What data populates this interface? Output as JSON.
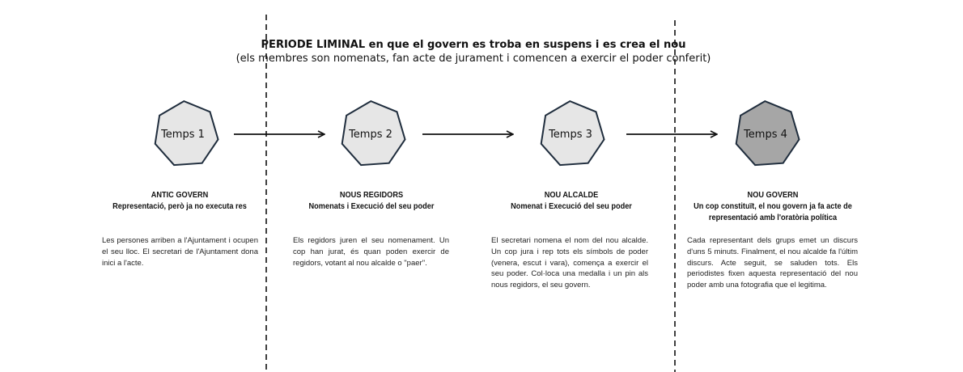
{
  "header": {
    "title_bold": "PERIODE LIMINAL",
    "title_rest": " en que el govern es troba en suspens i es crea el nou",
    "subtitle": "(els membres son nomenats, fan acte de jurament i comencen a exercir el poder conferit)"
  },
  "stages": [
    {
      "label": "Temps 1",
      "fill": "#e6e6e6",
      "title": "ANTIC GOVERN",
      "subtitle": "Representació, però ja no executa res",
      "body": "Les persones arriben a l'Ajuntament i ocupen el seu lloc. El secretari de l'Ajuntament dona inici a l'acte."
    },
    {
      "label": "Temps 2",
      "fill": "#e6e6e6",
      "title": "NOUS REGIDORS",
      "subtitle": "Nomenats i Execució del seu poder",
      "body": "Els regidors juren el seu nomenament. Un cop han jurat, és quan poden exercir de regidors, votant al nou alcalde o \"paer\"."
    },
    {
      "label": "Temps 3",
      "fill": "#e6e6e6",
      "title": "NOU ALCALDE",
      "subtitle": "Nomenat i Execució del seu poder",
      "body": "El secretari nomena el nom del nou alcalde. Un cop jura i rep tots els símbols de poder (venera, escut i vara), comença a exercir el seu poder. Col·loca una medalla i un pin als nous regidors, el seu govern."
    },
    {
      "label": "Temps 4",
      "fill": "#a6a6a6",
      "title": "NOU GOVERN",
      "subtitle": "Un cop constituït, el nou govern ja fa acte de representació amb l'oratòria política",
      "body": "Cada representant dels grups emet un discurs d'uns 5 minuts. Finalment, el nou alcalde fa l'últim discurs. Acte seguit, se saluden tots. Els periodistes fixen aquesta representació del nou poder amb una fotografia que el legitima."
    }
  ]
}
